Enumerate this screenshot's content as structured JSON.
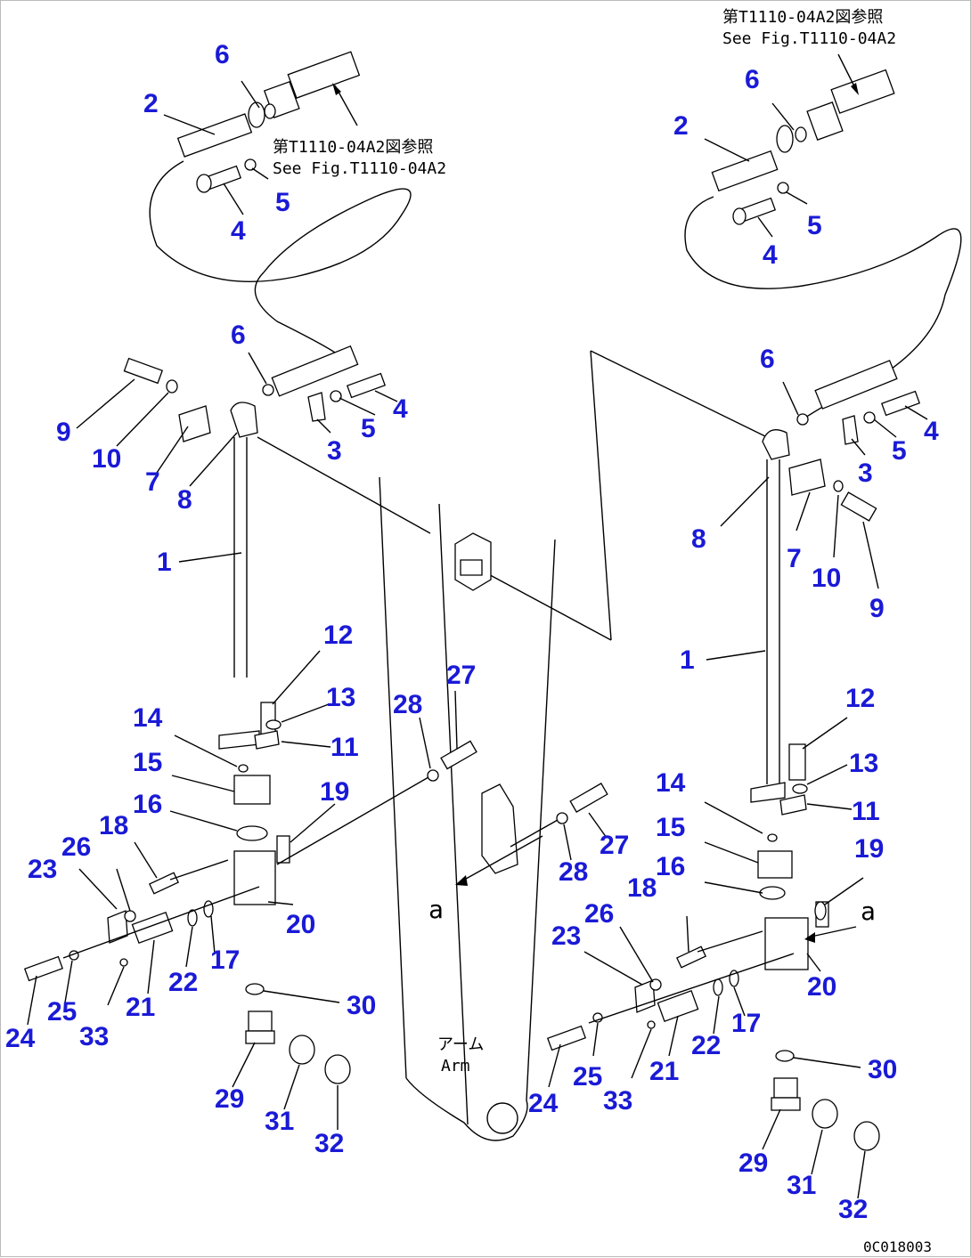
{
  "notes": {
    "ref_top_jp": "第T1110-04A2図参照",
    "ref_top_en": "See Fig.T1110-04A2",
    "ref_left_jp": "第T1110-04A2図参照",
    "ref_left_en": "See Fig.T1110-04A2",
    "arm_jp": "アーム",
    "arm_en": "Arm",
    "view_a_left": "a",
    "view_a_right": "a",
    "drawing_code": "0C018003"
  },
  "callouts": [
    {
      "id": "l-1",
      "label": "1"
    },
    {
      "id": "l-2",
      "label": "2"
    },
    {
      "id": "l-3",
      "label": "3"
    },
    {
      "id": "l-4a",
      "label": "4"
    },
    {
      "id": "l-4b",
      "label": "4"
    },
    {
      "id": "l-5a",
      "label": "5"
    },
    {
      "id": "l-5b",
      "label": "5"
    },
    {
      "id": "l-6a",
      "label": "6"
    },
    {
      "id": "l-6b",
      "label": "6"
    },
    {
      "id": "l-7",
      "label": "7"
    },
    {
      "id": "l-8",
      "label": "8"
    },
    {
      "id": "l-9",
      "label": "9"
    },
    {
      "id": "l-10",
      "label": "10"
    },
    {
      "id": "l-11",
      "label": "11"
    },
    {
      "id": "l-12",
      "label": "12"
    },
    {
      "id": "l-13",
      "label": "13"
    },
    {
      "id": "l-14",
      "label": "14"
    },
    {
      "id": "l-15",
      "label": "15"
    },
    {
      "id": "l-16",
      "label": "16"
    },
    {
      "id": "l-17",
      "label": "17"
    },
    {
      "id": "l-18",
      "label": "18"
    },
    {
      "id": "l-19",
      "label": "19"
    },
    {
      "id": "l-20",
      "label": "20"
    },
    {
      "id": "l-21",
      "label": "21"
    },
    {
      "id": "l-22",
      "label": "22"
    },
    {
      "id": "l-23",
      "label": "23"
    },
    {
      "id": "l-24",
      "label": "24"
    },
    {
      "id": "l-25",
      "label": "25"
    },
    {
      "id": "l-26",
      "label": "26"
    },
    {
      "id": "l-27",
      "label": "27"
    },
    {
      "id": "l-28",
      "label": "28"
    },
    {
      "id": "l-29",
      "label": "29"
    },
    {
      "id": "l-30",
      "label": "30"
    },
    {
      "id": "l-31",
      "label": "31"
    },
    {
      "id": "l-32",
      "label": "32"
    },
    {
      "id": "l-33",
      "label": "33"
    },
    {
      "id": "r-1",
      "label": "1"
    },
    {
      "id": "r-2",
      "label": "2"
    },
    {
      "id": "r-3",
      "label": "3"
    },
    {
      "id": "r-4a",
      "label": "4"
    },
    {
      "id": "r-4b",
      "label": "4"
    },
    {
      "id": "r-5a",
      "label": "5"
    },
    {
      "id": "r-5b",
      "label": "5"
    },
    {
      "id": "r-6a",
      "label": "6"
    },
    {
      "id": "r-6b",
      "label": "6"
    },
    {
      "id": "r-7",
      "label": "7"
    },
    {
      "id": "r-8",
      "label": "8"
    },
    {
      "id": "r-9",
      "label": "9"
    },
    {
      "id": "r-10",
      "label": "10"
    },
    {
      "id": "r-11",
      "label": "11"
    },
    {
      "id": "r-12",
      "label": "12"
    },
    {
      "id": "r-13",
      "label": "13"
    },
    {
      "id": "r-14",
      "label": "14"
    },
    {
      "id": "r-15",
      "label": "15"
    },
    {
      "id": "r-16",
      "label": "16"
    },
    {
      "id": "r-17",
      "label": "17"
    },
    {
      "id": "r-18",
      "label": "18"
    },
    {
      "id": "r-19",
      "label": "19"
    },
    {
      "id": "r-20",
      "label": "20"
    },
    {
      "id": "r-21",
      "label": "21"
    },
    {
      "id": "r-22",
      "label": "22"
    },
    {
      "id": "r-23",
      "label": "23"
    },
    {
      "id": "r-24",
      "label": "24"
    },
    {
      "id": "r-25",
      "label": "25"
    },
    {
      "id": "r-26",
      "label": "26"
    },
    {
      "id": "r-27",
      "label": "27"
    },
    {
      "id": "r-28",
      "label": "28"
    },
    {
      "id": "r-29",
      "label": "29"
    },
    {
      "id": "r-30",
      "label": "30"
    },
    {
      "id": "r-31",
      "label": "31"
    },
    {
      "id": "r-32",
      "label": "32"
    },
    {
      "id": "r-33",
      "label": "33"
    }
  ],
  "colors": {
    "callout": "#1a1ad6",
    "line": "#000000",
    "background": "#ffffff"
  }
}
